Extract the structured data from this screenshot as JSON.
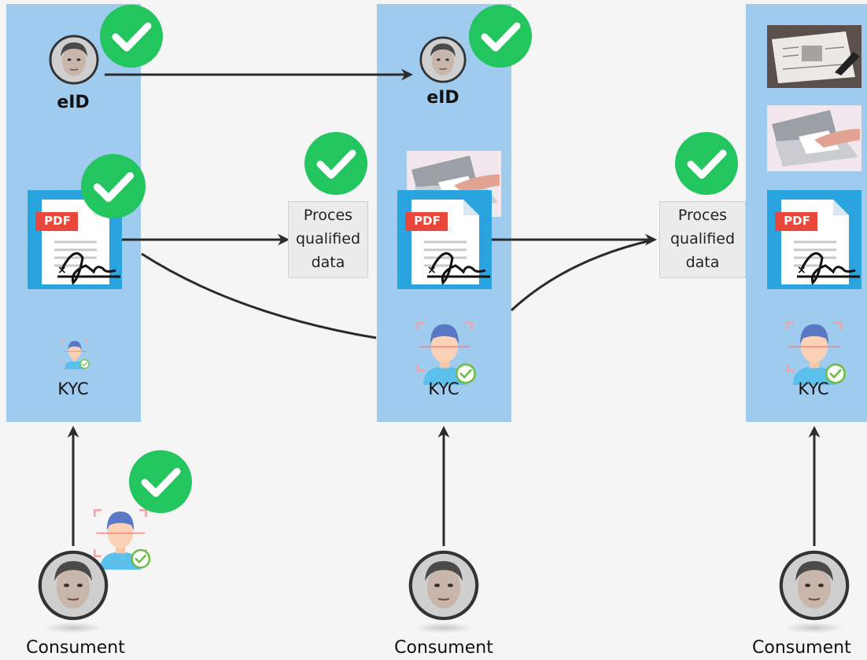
{
  "lanes": [
    {
      "eid_label": "eID",
      "kyc_label": "KYC",
      "consumer_label": "Consument"
    },
    {
      "eid_label": "eID",
      "kyc_label": "KYC",
      "consumer_label": "Consument"
    },
    {
      "kyc_label": "KYC",
      "consumer_label": "Consument"
    }
  ],
  "process_boxes": [
    {
      "lines": [
        "Proces",
        "qualified",
        "data"
      ]
    },
    {
      "lines": [
        "Proces",
        "qualified",
        "data"
      ]
    }
  ],
  "pdf_label": "PDF",
  "colors": {
    "lane": "#9fcbef",
    "check_green": "#22c55e",
    "pdf_red": "#e9473b",
    "arrow": "#2b2b2b"
  }
}
